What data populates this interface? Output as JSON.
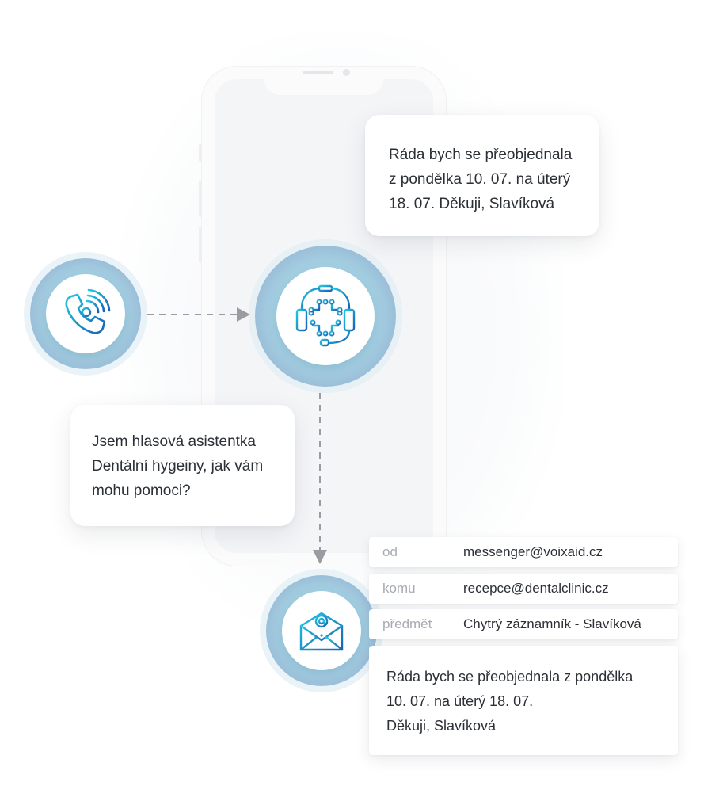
{
  "phone_message": "Ráda bych se přeobjednala\nz pondělka 10. 07. na úterý\n18. 07. Děkuji, Slavíková",
  "assistant_message": "Jsem hlasová asistentka\nDentální hygeiny, jak vám\nmohu pomoci?",
  "icons": {
    "call": "phone-call-icon",
    "assistant": "ai-headset-icon",
    "email": "email-envelope-icon"
  },
  "colors": {
    "accent_start": "#23c6e0",
    "accent_end": "#1863b5",
    "arrow": "#9a9ca1"
  },
  "email": {
    "from_label": "od",
    "from_value": "messenger@voixaid.cz",
    "to_label": "komu",
    "to_value": "recepce@dentalclinic.cz",
    "subject_label": "předmět",
    "subject_value": "Chytrý záznamník - Slavíková",
    "body": "Ráda bych se přeobjednala z pondělka\n10. 07. na úterý 18. 07.\nDěkuji, Slavíková"
  }
}
